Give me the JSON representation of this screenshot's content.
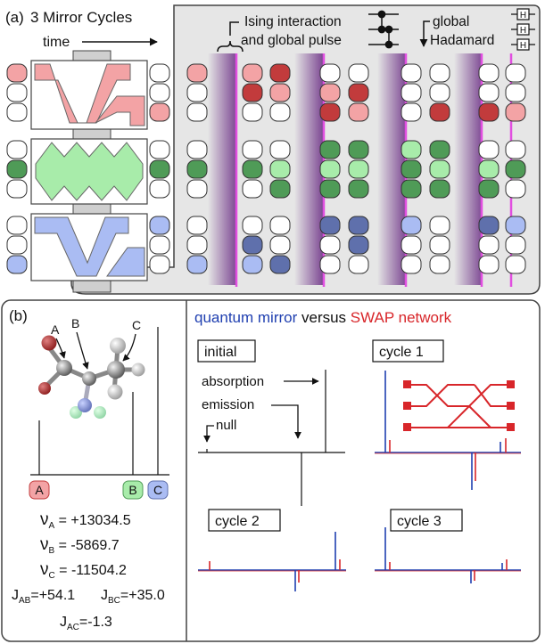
{
  "panel_a": {
    "label": "(a)",
    "title": "3 Mirror Cycles",
    "time_label": "time",
    "ising_line1": "Ising interaction",
    "ising_line2": "and global pulse",
    "hadamard_line1": "global",
    "hadamard_line2": "Hadamard",
    "hadamard_gate": "H",
    "colors": {
      "red_light": "#f3a3a5",
      "red_dark": "#c23b3c",
      "green_light": "#a8ecaa",
      "green_dark": "#4f9b57",
      "blue_light": "#aabcf3",
      "blue_dark": "#5f70ac",
      "magenta": "#e14ee0",
      "purple": "#6a2c84",
      "panel_bg": "#e6e6e6"
    }
  },
  "panel_b": {
    "label": "(b)",
    "atoms": {
      "A": "A",
      "B": "B",
      "C": "C"
    },
    "badges": {
      "A": "A",
      "B": "B",
      "C": "C"
    },
    "nu_a": "ν",
    "nu_a_sub": "A",
    "nu_a_val": " = +13034.5",
    "nu_b": "ν",
    "nu_b_sub": "B",
    "nu_b_val": " = -5869.7",
    "nu_c": "ν",
    "nu_c_sub": "C",
    "nu_c_val": " = -11504.2",
    "j_ab": "J",
    "j_ab_sub": "AB",
    "j_ab_val": "=+54.1",
    "j_bc": "J",
    "j_bc_sub": "BC",
    "j_bc_val": "=+35.0",
    "j_ac": "J",
    "j_ac_sub": "AC",
    "j_ac_val": "=-1.3"
  },
  "panel_c": {
    "title_mirror": "quantum mirror",
    "title_versus": " versus ",
    "title_swap": "SWAP network",
    "initial": "initial",
    "cycle1": "cycle 1",
    "cycle2": "cycle 2",
    "cycle3": "cycle 3",
    "absorption": "absorption",
    "emission": "emission",
    "null": "null",
    "colors": {
      "mirror": "#1f3fb0",
      "swap": "#d8262a"
    }
  }
}
